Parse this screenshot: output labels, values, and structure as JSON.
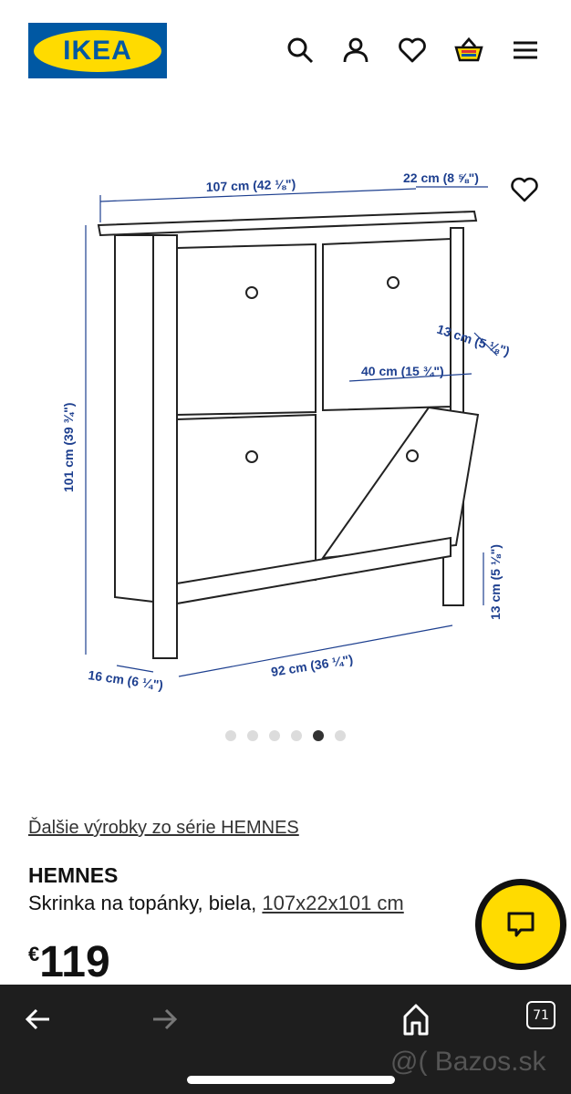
{
  "header": {
    "logo_text": "IKEA",
    "icons": [
      "search-icon",
      "user-icon",
      "heart-icon",
      "basket-icon",
      "menu-icon"
    ]
  },
  "image": {
    "dimensions": {
      "width_top": "107 cm (42 ⅛\")",
      "depth_top": "22 cm (8 ⅝\")",
      "drawer_depth": "13 cm (5 ⅛\")",
      "drawer_width": "40 cm (15 ¾\")",
      "height": "101 cm (39 ¾\")",
      "leg_height": "13 cm (5 ⅛\")",
      "base_depth": "16 cm (6 ¼\")",
      "base_width": "92 cm (36 ¼\")"
    },
    "carousel": {
      "count": 6,
      "active_index": 4
    }
  },
  "product": {
    "series_link": "Ďalšie výrobky zo série HEMNES",
    "name": "HEMNES",
    "description": "Skrinka na topánky, biela,",
    "size_link": "107x22x101 cm",
    "currency": "€",
    "price": "119"
  },
  "browser": {
    "tab_count": "71",
    "watermark": "@( Bazos.sk"
  },
  "colors": {
    "ikea_blue": "#0058a3",
    "ikea_yellow": "#ffdb00",
    "dimension_blue": "#1d3f8f",
    "nav_bg": "#1e1e1e"
  }
}
